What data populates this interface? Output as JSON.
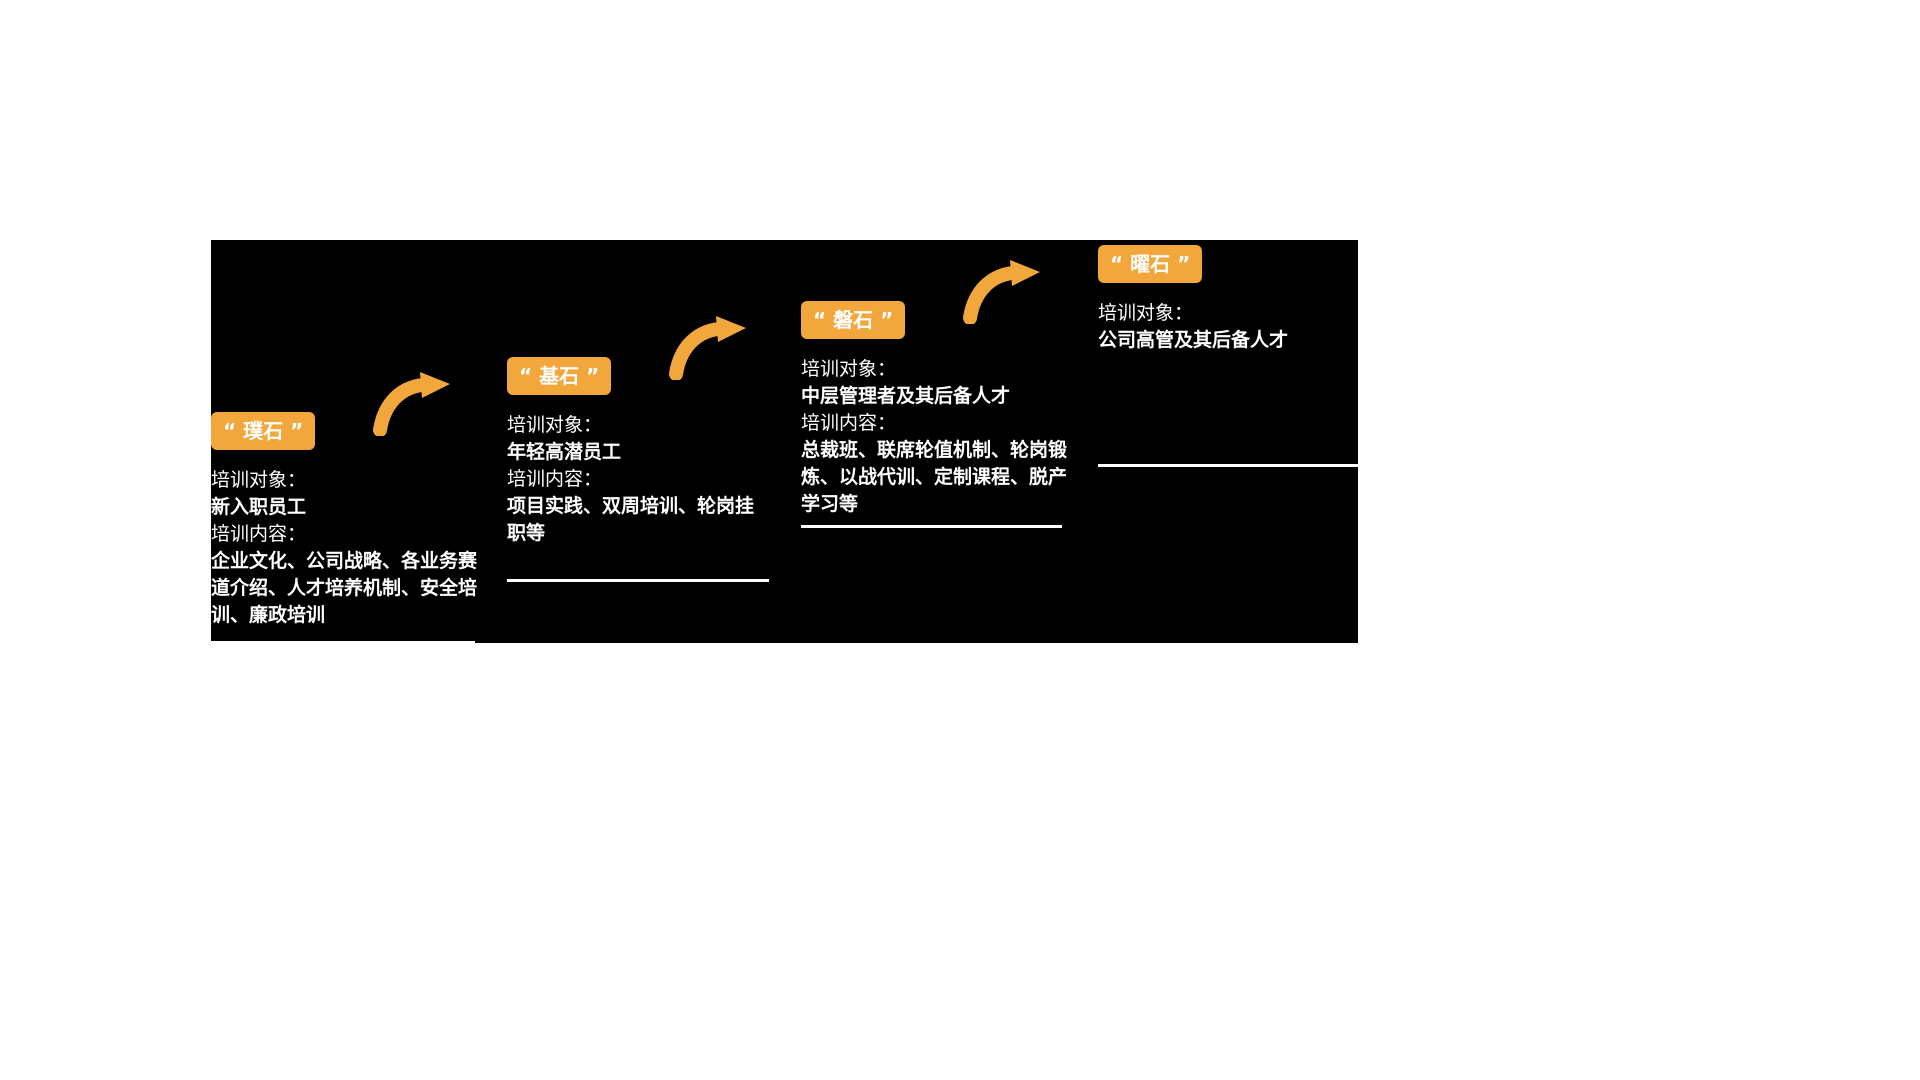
{
  "diagram": {
    "background": "#000000",
    "accent": "#F2A73D",
    "text_color": "#FFFFFF"
  },
  "stages": [
    {
      "title": "“ 璞石 ”",
      "audience_label": "培训对象：",
      "audience": "新入职员工",
      "content_label": "培训内容：",
      "content": "企业文化、公司战略、各业务赛道介绍、人才培养机制、安全培训、廉政培训"
    },
    {
      "title": "“ 基石 ”",
      "audience_label": "培训对象：",
      "audience": "年轻高潜员工",
      "content_label": "培训内容：",
      "content": "项目实践、双周培训、轮岗挂职等"
    },
    {
      "title": "“ 磐石 ”",
      "audience_label": "培训对象：",
      "audience": "中层管理者及其后备人才",
      "content_label": "培训内容：",
      "content": "总裁班、联席轮值机制、轮岗锻炼、以战代训、定制课程、脱产学习等"
    },
    {
      "title": "“ 曜石 ”",
      "audience_label": "培训对象：",
      "audience": "公司高管及其后备人才"
    }
  ]
}
